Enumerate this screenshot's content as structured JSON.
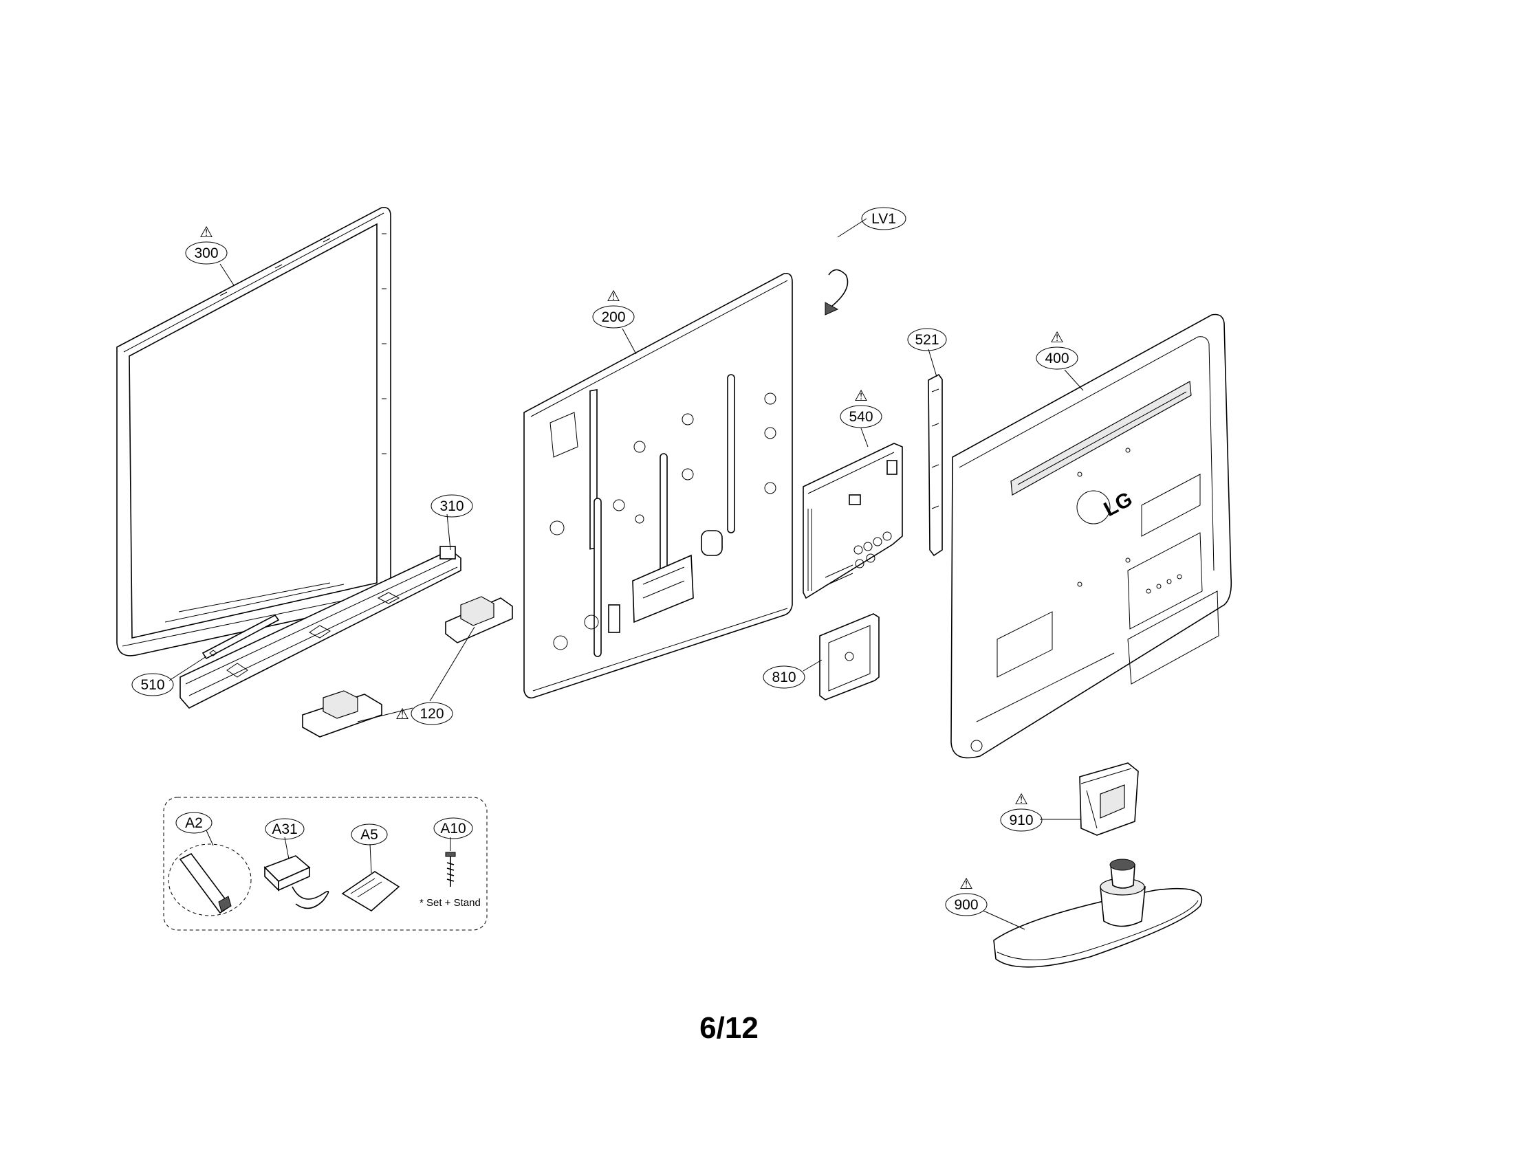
{
  "callouts": {
    "c300": "300",
    "c200": "200",
    "cLV1": "LV1",
    "c521": "521",
    "c400": "400",
    "c540": "540",
    "c310": "310",
    "c510": "510",
    "c120": "120",
    "c810": "810",
    "c910": "910",
    "c900": "900",
    "cA2": "A2",
    "cA31": "A31",
    "cA5": "A5",
    "cA10": "A10"
  },
  "warning_symbol": "⚠",
  "brand_logo": "LG",
  "accessory_note": "* Set + Stand",
  "page_number": "6/12"
}
